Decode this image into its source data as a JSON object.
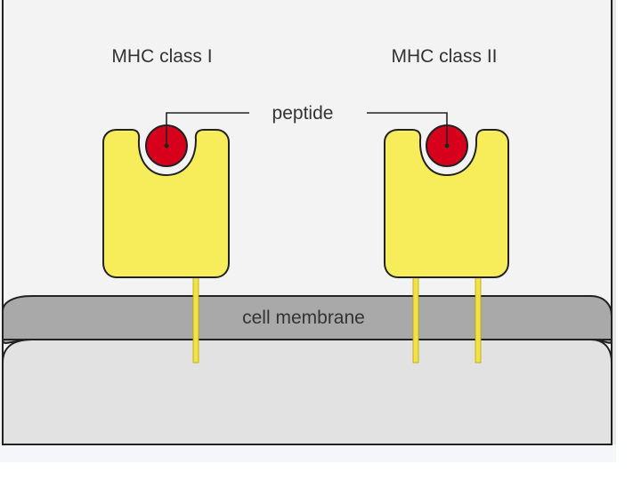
{
  "labels": {
    "mhc1": "MHC class I",
    "mhc2": "MHC class II",
    "peptide": "peptide",
    "membrane": "cell membrane"
  },
  "colors": {
    "background": "#f3f3f3",
    "frame": "#222222",
    "receptor_fill": "#f7ec5a",
    "peptide_fill": "#d6001c",
    "membrane_fill": "#a9a9a9",
    "cytoplasm_fill": "#e2e2e2",
    "stalk_fill": "#f2e24a"
  }
}
